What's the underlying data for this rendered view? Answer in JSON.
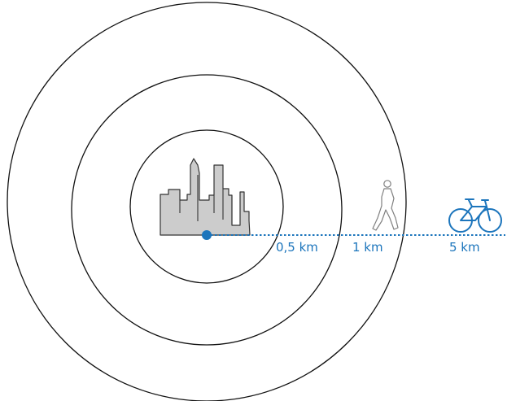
{
  "colors": {
    "accent": "#1c75bc",
    "ring": "#111111",
    "building_fill": "#cccccc",
    "building_stroke": "#333333",
    "walker_stroke": "#808080"
  },
  "rings": {
    "count": 3,
    "labels": {
      "inner": "0,5 km",
      "middle": "1 km",
      "outer": "5 km"
    }
  },
  "icons": {
    "center": "city-skyline-icon",
    "walk": "walking-person-icon",
    "bike": "bicycle-icon"
  }
}
